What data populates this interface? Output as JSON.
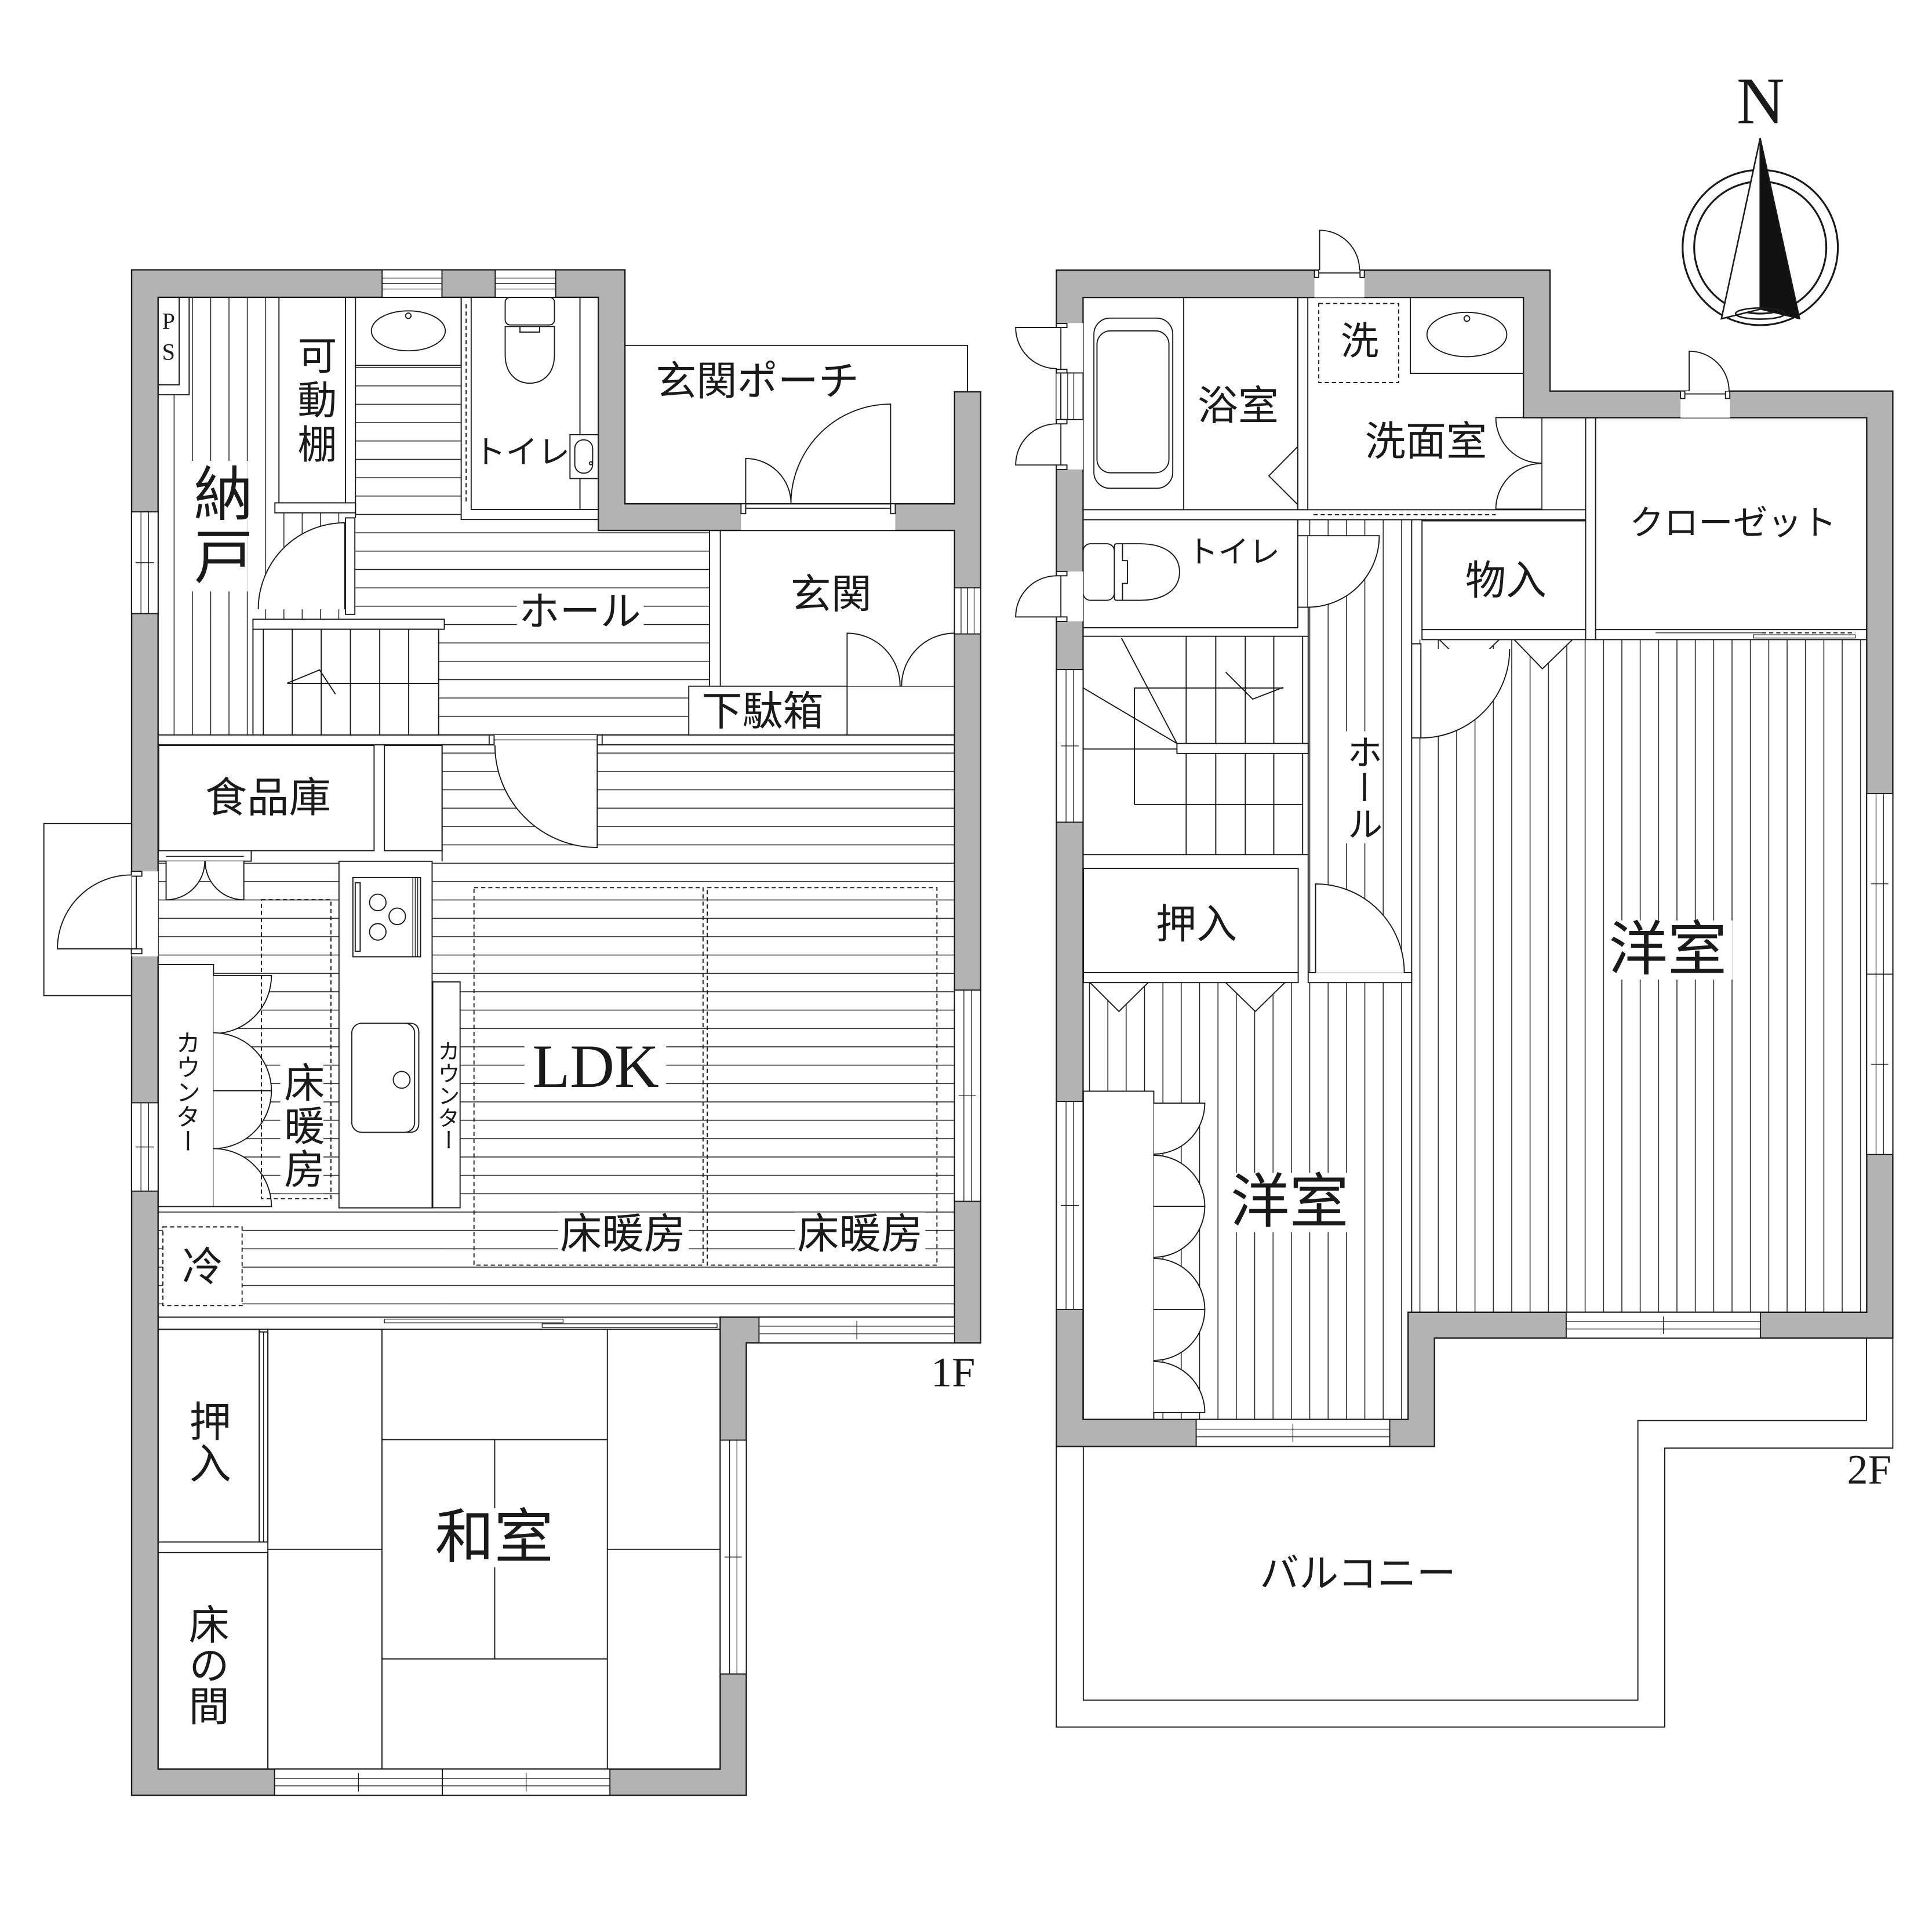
{
  "compass": {
    "north_label": "N"
  },
  "floor1": {
    "level_label": "1F",
    "labels": {
      "ps": "PS",
      "movable_shelf": "可動棚",
      "nando": "納戸",
      "toilet": "トイレ",
      "entrance_porch": "玄関ポーチ",
      "hall": "ホール",
      "entrance": "玄関",
      "shoe_cabinet": "下駄箱",
      "pantry": "食品庫",
      "ldk": "LDK",
      "counter_left": "カウンター",
      "counter_right": "カウンター",
      "floor_heating_kitchen": "床暖房",
      "floor_heating_ldk_left": "床暖房",
      "floor_heating_ldk_right": "床暖房",
      "fridge": "冷",
      "oshiire": "押入",
      "washitsu": "和室",
      "tokonoma": "床の間"
    }
  },
  "floor2": {
    "level_label": "2F",
    "labels": {
      "bathroom": "浴室",
      "washer": "洗",
      "washroom": "洗面室",
      "toilet": "トイレ",
      "storage": "物入",
      "closet": "クローゼット",
      "hall": "ホール",
      "oshiire": "押入",
      "western_room_large": "洋室",
      "western_room_small": "洋室",
      "balcony": "バルコニー"
    }
  },
  "colors": {
    "wall_fill": "#b3b3b3",
    "line": "#1a1a1a",
    "background": "#ffffff",
    "needle": "#111111"
  }
}
